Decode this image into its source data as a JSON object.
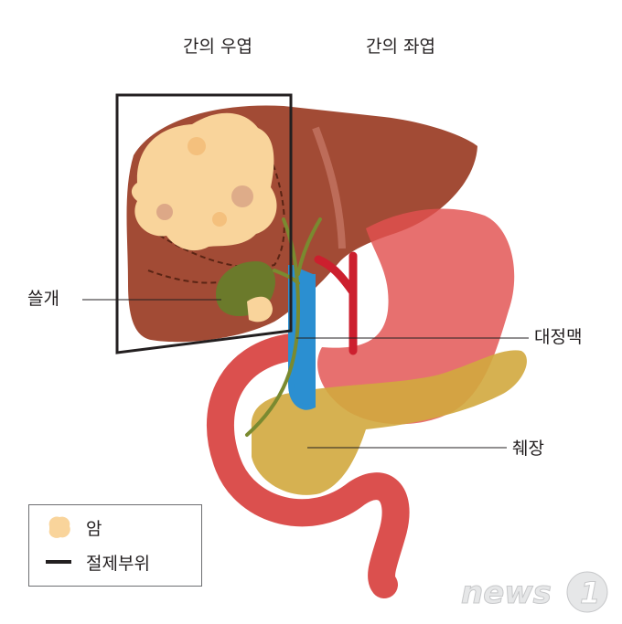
{
  "labels": {
    "right_lobe": "간의 우엽",
    "left_lobe": "간의 좌엽",
    "gallbladder": "쓸개",
    "portal_vein": "대정맥",
    "pancreas": "췌장"
  },
  "legend": {
    "cancer": "암",
    "resection": "절제부위"
  },
  "watermark": {
    "text": "news",
    "number": "1"
  },
  "colors": {
    "liver": "#a24b35",
    "liver_dark": "#8a3a26",
    "tumor": "#f9d49b",
    "gallbladder": "#6b7a2b",
    "pancreas": "#d1a83e",
    "stomach": "#e2504f",
    "intestine": "#d8413f",
    "portal_vein": "#2b8fd1",
    "artery": "#cc1f2e",
    "bile_duct": "#7a8a30",
    "resection_line": "#231f20"
  }
}
